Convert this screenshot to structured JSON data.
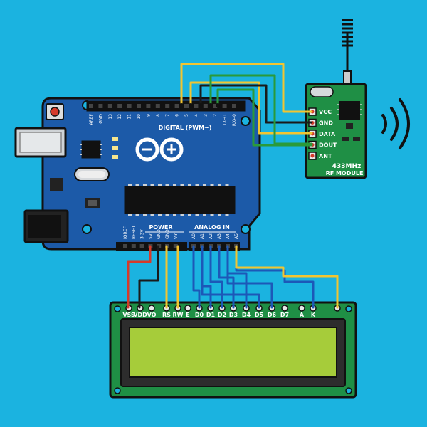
{
  "arduino": {
    "header_top_labels": [
      "AREF",
      "GND",
      "13",
      "12",
      "11",
      "10",
      "9",
      "8",
      "7",
      "6",
      "5",
      "4",
      "3",
      "2",
      "TX→1",
      "RX←0"
    ],
    "digital_label": "DIGITAL (PWM~)",
    "power_label": "POWER",
    "analog_label": "ANALOG IN",
    "power_pins": [
      "IOREF",
      "RESET",
      "3.3V",
      "5V",
      "GND",
      "GND",
      "Vin"
    ],
    "analog_pins": [
      "A0",
      "A1",
      "A2",
      "A3",
      "A4",
      "A5"
    ]
  },
  "rf_module": {
    "name_line1": "433MHz",
    "name_line2": "RF MODULE",
    "pins": [
      "VCC",
      "GND",
      "DATA",
      "DOUT",
      "ANT"
    ]
  },
  "lcd": {
    "pins": [
      "VSS",
      "VDD",
      "VO",
      "RS",
      "RW",
      "E",
      "D0",
      "D1",
      "D2",
      "D3",
      "D4",
      "D5",
      "D6",
      "D7",
      "A",
      "K"
    ]
  },
  "colors": {
    "background": "#1bb3e0",
    "board": "#1c5aa8",
    "rf_board": "#1f8f45",
    "lcd_board": "#1f8f45",
    "lcd_screen": "#a6cc3a",
    "wire_yellow": "#f2c531",
    "wire_black": "#1a1a1a",
    "wire_green": "#2a9a3a",
    "wire_red": "#d63a2a",
    "wire_blue": "#1c58b8"
  }
}
